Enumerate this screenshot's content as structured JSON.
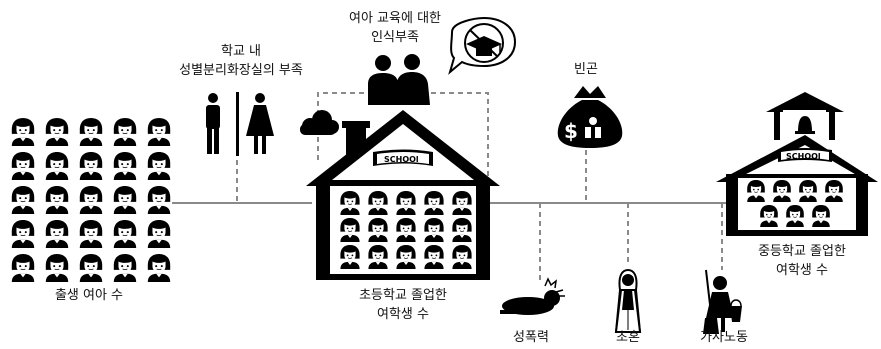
{
  "colors": {
    "ink": "#000000",
    "paper": "#ffffff",
    "line": "#8a8a8a"
  },
  "labels": {
    "born_girls": "출생 여아 수",
    "toilet": [
      "학교 내",
      "성별분리화장실의 부족"
    ],
    "awareness": [
      "여아 교육에 대한",
      "인식부족"
    ],
    "poverty": "빈곤",
    "primary": [
      "초등학교 졸업한",
      "여학생 수"
    ],
    "secondary": [
      "중등학교 졸업한",
      "여학생 수"
    ],
    "violence": "성폭력",
    "marriage": "초혼",
    "housework": "가사노동"
  },
  "school_sign": "SCHOOl",
  "icons": [
    "girl-icon",
    "toilet-icon",
    "parents-icon",
    "no-graduation-cap-icon",
    "cloud-icon",
    "money-bag-icon",
    "school-house-icon",
    "fallen-girl-icon",
    "bride-icon",
    "cleaning-girl-icon",
    "bell-icon"
  ]
}
